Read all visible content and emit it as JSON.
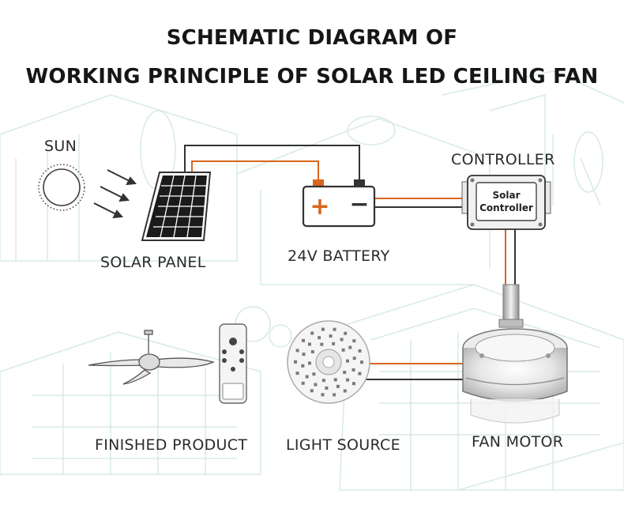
{
  "title": {
    "line1": "SCHEMATIC DIAGRAM OF",
    "line2": "WORKING PRINCIPLE OF SOLAR LED CEILING FAN"
  },
  "labels": {
    "sun": "SUN",
    "solar_panel": "SOLAR PANEL",
    "battery": "24V BATTERY",
    "controller": "CONTROLLER",
    "finished_product": "FINISHED PRODUCT",
    "light_source": "LIGHT SOURCE",
    "fan_motor": "FAN MOTOR"
  },
  "battery_terminals": {
    "positive": "+",
    "negative": "−"
  },
  "controller_face": {
    "line1": "Solar",
    "line2": "Controller"
  },
  "colors": {
    "wire_positive": "#d9651e",
    "wire_negative": "#333333",
    "background_sketch": "#d7ebe2",
    "title_text": "#161616"
  }
}
